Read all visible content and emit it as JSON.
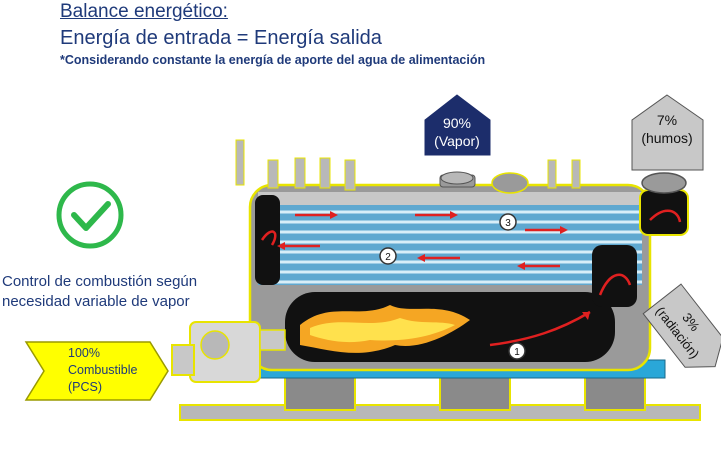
{
  "header": {
    "title": "Balance energético:",
    "subtitle": "Energía de entrada = Energía salida",
    "note": "*Considerando constante la energía de aporte del agua de alimentación"
  },
  "control": {
    "text_line1": "Control de combustión según",
    "text_line2": "necesidad variable de vapor"
  },
  "arrows": {
    "vapor": {
      "pct": "90%",
      "label": "(Vapor)"
    },
    "humos": {
      "pct": "7%",
      "label": "(humos)"
    },
    "radiacion": {
      "pct": "3%",
      "label": "(radiación)"
    },
    "combustible": {
      "pct": "100%",
      "label": "Combustible",
      "sub": "(PCS)"
    }
  },
  "passes": {
    "p1": "1",
    "p2": "2",
    "p3": "3"
  },
  "colors": {
    "title": "#1f3a7a",
    "vapor_fill": "#1c2d6b",
    "humos_fill": "#c8c8c8",
    "combustible_fill": "#ffff00",
    "check": "#2eb84b",
    "boiler_outline": "#e8e400",
    "water": "#6ec6e8",
    "flame": "#f5a623"
  }
}
